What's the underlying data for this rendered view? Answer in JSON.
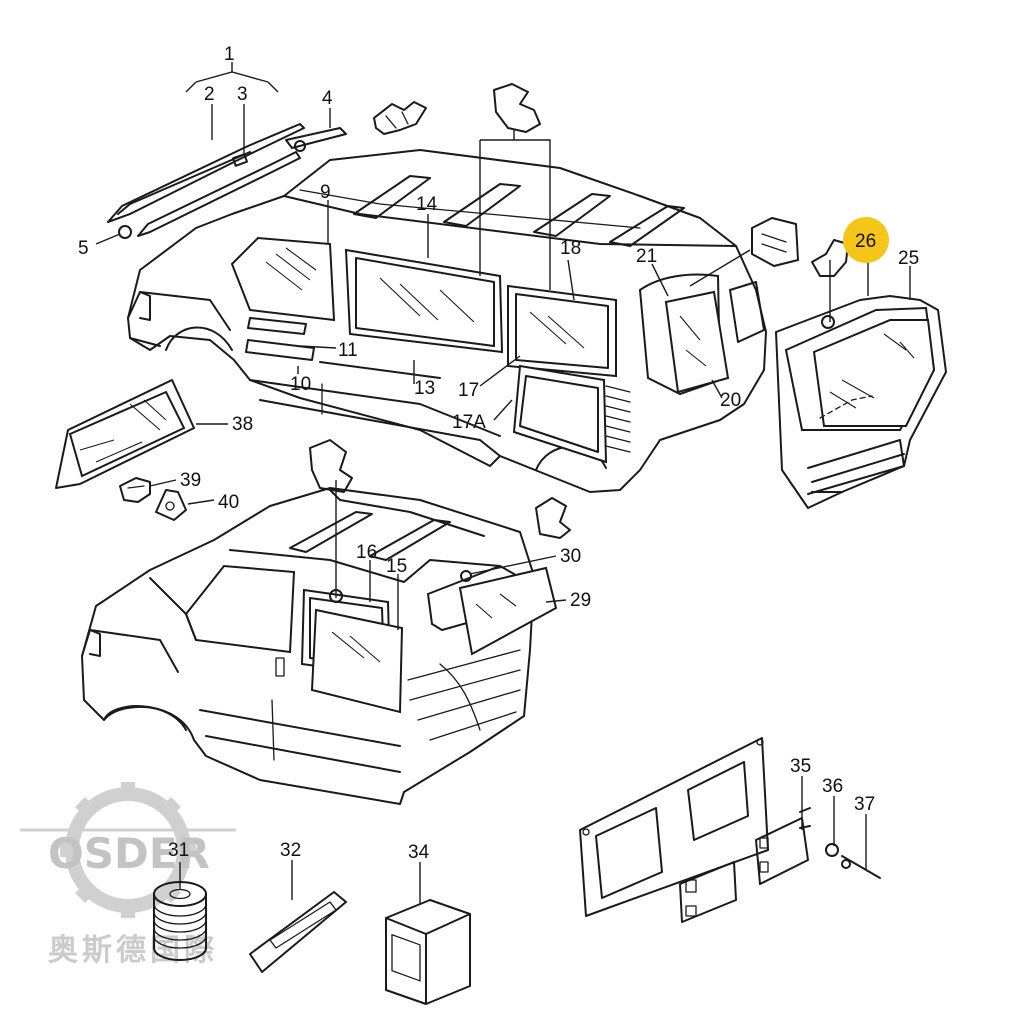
{
  "callouts": {
    "c1": "1",
    "c2": "2",
    "c3": "3",
    "c4": "4",
    "c5": "5",
    "c9": "9",
    "c10": "10",
    "c11": "11",
    "c13": "13",
    "c14": "14",
    "c15": "15",
    "c16": "16",
    "c17": "17",
    "c17a": "17A",
    "c18": "18",
    "c20": "20",
    "c21": "21",
    "c25": "25",
    "c26": "26",
    "c29": "29",
    "c30": "30",
    "c31": "31",
    "c32": "32",
    "c34": "34",
    "c35": "35",
    "c36": "36",
    "c37": "37",
    "c38": "38",
    "c39": "39",
    "c40": "40"
  },
  "highlight": {
    "callout": "26",
    "color": "#f5c518"
  },
  "watermark": {
    "logo_text": "OSDER",
    "chinese_text": "奥斯德国際"
  }
}
